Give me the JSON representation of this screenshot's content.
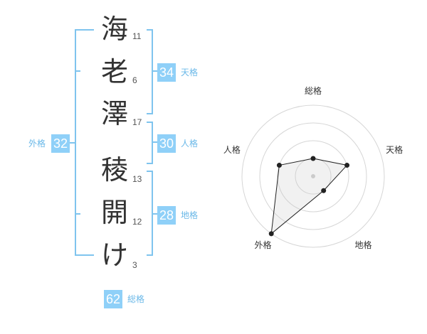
{
  "name": {
    "characters": [
      {
        "char": "海",
        "strokes": "11"
      },
      {
        "char": "老",
        "strokes": "6"
      },
      {
        "char": "澤",
        "strokes": "17"
      },
      {
        "char": "稜",
        "strokes": "13"
      },
      {
        "char": "開",
        "strokes": "12"
      },
      {
        "char": "け",
        "strokes": "3"
      }
    ]
  },
  "kakusu": {
    "tenkaku": {
      "value": "34",
      "label": "天格"
    },
    "jinkaku": {
      "value": "30",
      "label": "人格"
    },
    "chikaku": {
      "value": "28",
      "label": "地格"
    },
    "gaikaku": {
      "value": "32",
      "label": "外格"
    },
    "soukaku": {
      "value": "62",
      "label": "総格"
    }
  },
  "colors": {
    "accent": "#8fd0f8",
    "bracket": "#7fc4ee",
    "text": "#333333"
  },
  "chart_data": {
    "type": "radar",
    "axes": [
      "総格",
      "天格",
      "地格",
      "外格",
      "人格"
    ],
    "values": [
      1,
      2,
      1,
      4,
      2
    ],
    "max": 4,
    "rings": 4
  }
}
